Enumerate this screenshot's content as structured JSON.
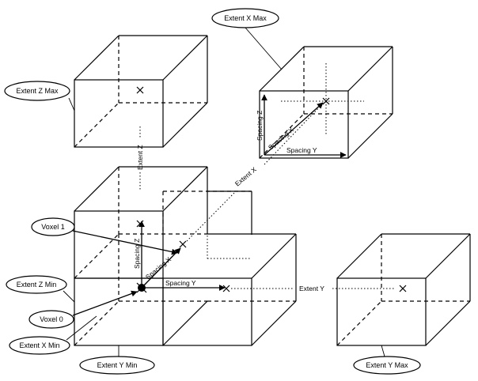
{
  "labels": {
    "extent_x_max": "Extent X Max",
    "extent_z_max": "Extent Z Max",
    "extent_z_min": "Extent Z Min",
    "extent_x_min": "Extent X Min",
    "extent_y_min": "Extent Y Min",
    "extent_y_max": "Extent Y Max",
    "voxel_1": "Voxel 1",
    "voxel_0": "Voxel 0",
    "extent_z": "Extent Z",
    "extent_x": "Extent X",
    "extent_y": "Extent Y",
    "spacing_x": "Spacing X",
    "spacing_y": "Spacing Y",
    "spacing_z": "Spacing Z"
  }
}
